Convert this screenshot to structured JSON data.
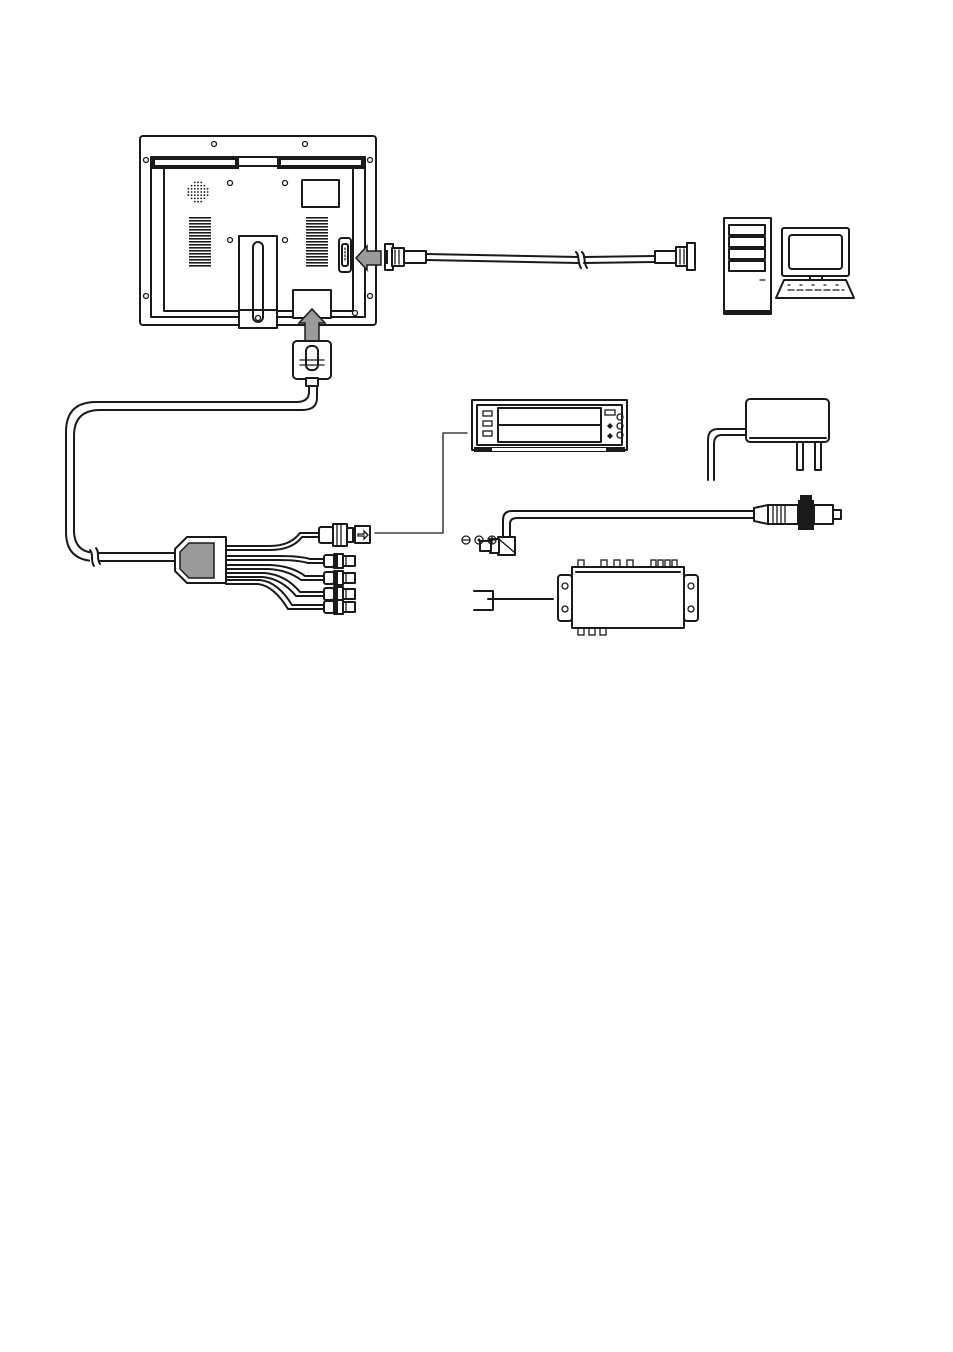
{
  "diagram": {
    "components": [
      {
        "name": "monitor-rear-panel",
        "interactable": false
      },
      {
        "name": "vga-cable",
        "interactable": false
      },
      {
        "name": "computer",
        "interactable": false
      },
      {
        "name": "av-breakout-cable",
        "interactable": false
      },
      {
        "name": "video-player",
        "interactable": false
      },
      {
        "name": "power-adapter",
        "interactable": false
      },
      {
        "name": "car-power-cable",
        "interactable": false
      },
      {
        "name": "tv-tuner-box",
        "interactable": false
      }
    ],
    "colors": {
      "stroke": "#1a1a1a",
      "background": "#ffffff",
      "arrow_fill": "#9a9a9a"
    }
  }
}
